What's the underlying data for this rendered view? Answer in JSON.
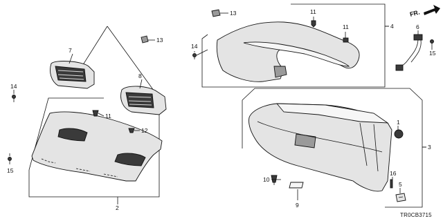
{
  "diagram": {
    "direction_label": "FR.",
    "code": "TR0CB3715",
    "callouts": {
      "c1": "1",
      "c2": "2",
      "c3": "3",
      "c4": "4",
      "c5": "5",
      "c6": "6",
      "c7": "7",
      "c8": "8",
      "c9": "9",
      "c10": "10",
      "c11a": "11",
      "c11b": "11",
      "c11c": "11",
      "c12": "12",
      "c13a": "13",
      "c13b": "13",
      "c14a": "14",
      "c14b": "14",
      "c15a": "15",
      "c15b": "15",
      "c16": "16"
    }
  }
}
